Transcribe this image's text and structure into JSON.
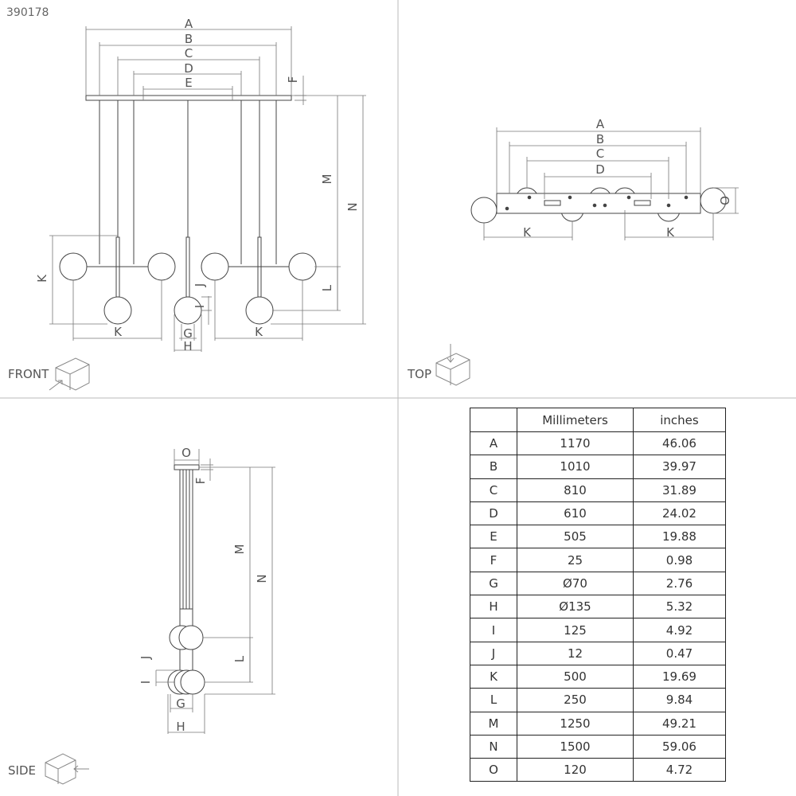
{
  "product_id": "390178",
  "views": {
    "front": "FRONT",
    "top": "TOP",
    "side": "SIDE"
  },
  "labels": {
    "A": "A",
    "B": "B",
    "C": "C",
    "D": "D",
    "E": "E",
    "F": "F",
    "G": "G",
    "H": "H",
    "I": "I",
    "J": "J",
    "K": "K",
    "L": "L",
    "M": "M",
    "N": "N",
    "O": "O"
  },
  "table": {
    "headers": [
      "",
      "Millimeters",
      "inches"
    ],
    "rows": [
      {
        "key": "A",
        "mm": "1170",
        "in": "46.06"
      },
      {
        "key": "B",
        "mm": "1010",
        "in": "39.97"
      },
      {
        "key": "C",
        "mm": "810",
        "in": "31.89"
      },
      {
        "key": "D",
        "mm": "610",
        "in": "24.02"
      },
      {
        "key": "E",
        "mm": "505",
        "in": "19.88"
      },
      {
        "key": "F",
        "mm": "25",
        "in": "0.98"
      },
      {
        "key": "G",
        "mm": "Ø70",
        "in": "2.76"
      },
      {
        "key": "H",
        "mm": "Ø135",
        "in": "5.32"
      },
      {
        "key": "I",
        "mm": "125",
        "in": "4.92"
      },
      {
        "key": "J",
        "mm": "12",
        "in": "0.47"
      },
      {
        "key": "K",
        "mm": "500",
        "in": "19.69"
      },
      {
        "key": "L",
        "mm": "250",
        "in": "9.84"
      },
      {
        "key": "M",
        "mm": "1250",
        "in": "49.21"
      },
      {
        "key": "N",
        "mm": "1500",
        "in": "59.06"
      },
      {
        "key": "O",
        "mm": "120",
        "in": "4.72"
      }
    ]
  }
}
